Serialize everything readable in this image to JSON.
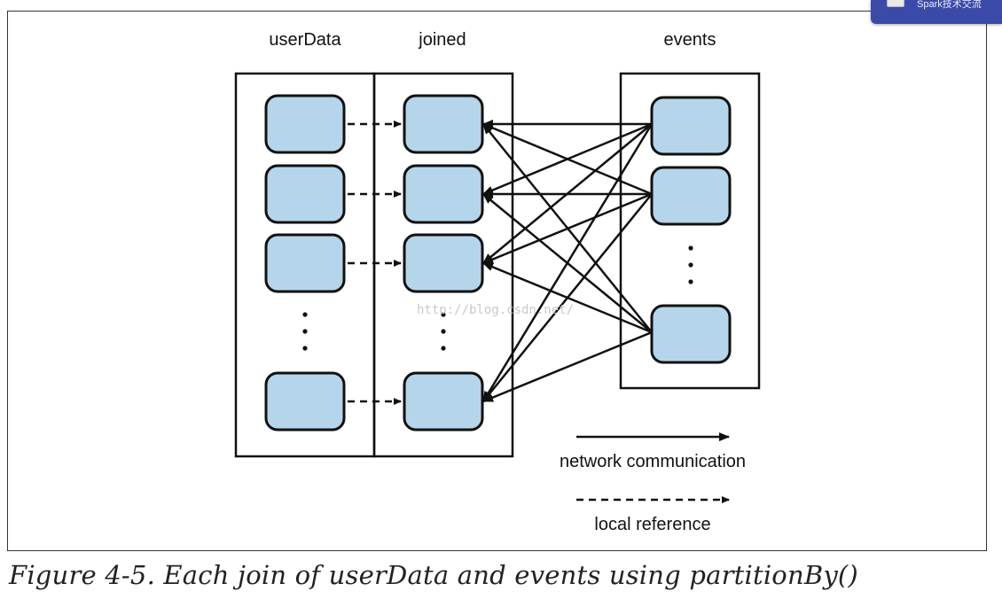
{
  "notification": {
    "text": "Spark技术交流"
  },
  "diagram": {
    "columns": {
      "userData": "userData",
      "joined": "joined",
      "events": "events"
    },
    "legend": {
      "network": "network communication",
      "local": "local reference"
    },
    "watermark": "http://blog.csdn.net/"
  },
  "caption": "Figure 4-5. Each join of userData and events using partitionBy()",
  "colors": {
    "partition_fill": "#b5d5ea",
    "stroke": "#111111"
  }
}
